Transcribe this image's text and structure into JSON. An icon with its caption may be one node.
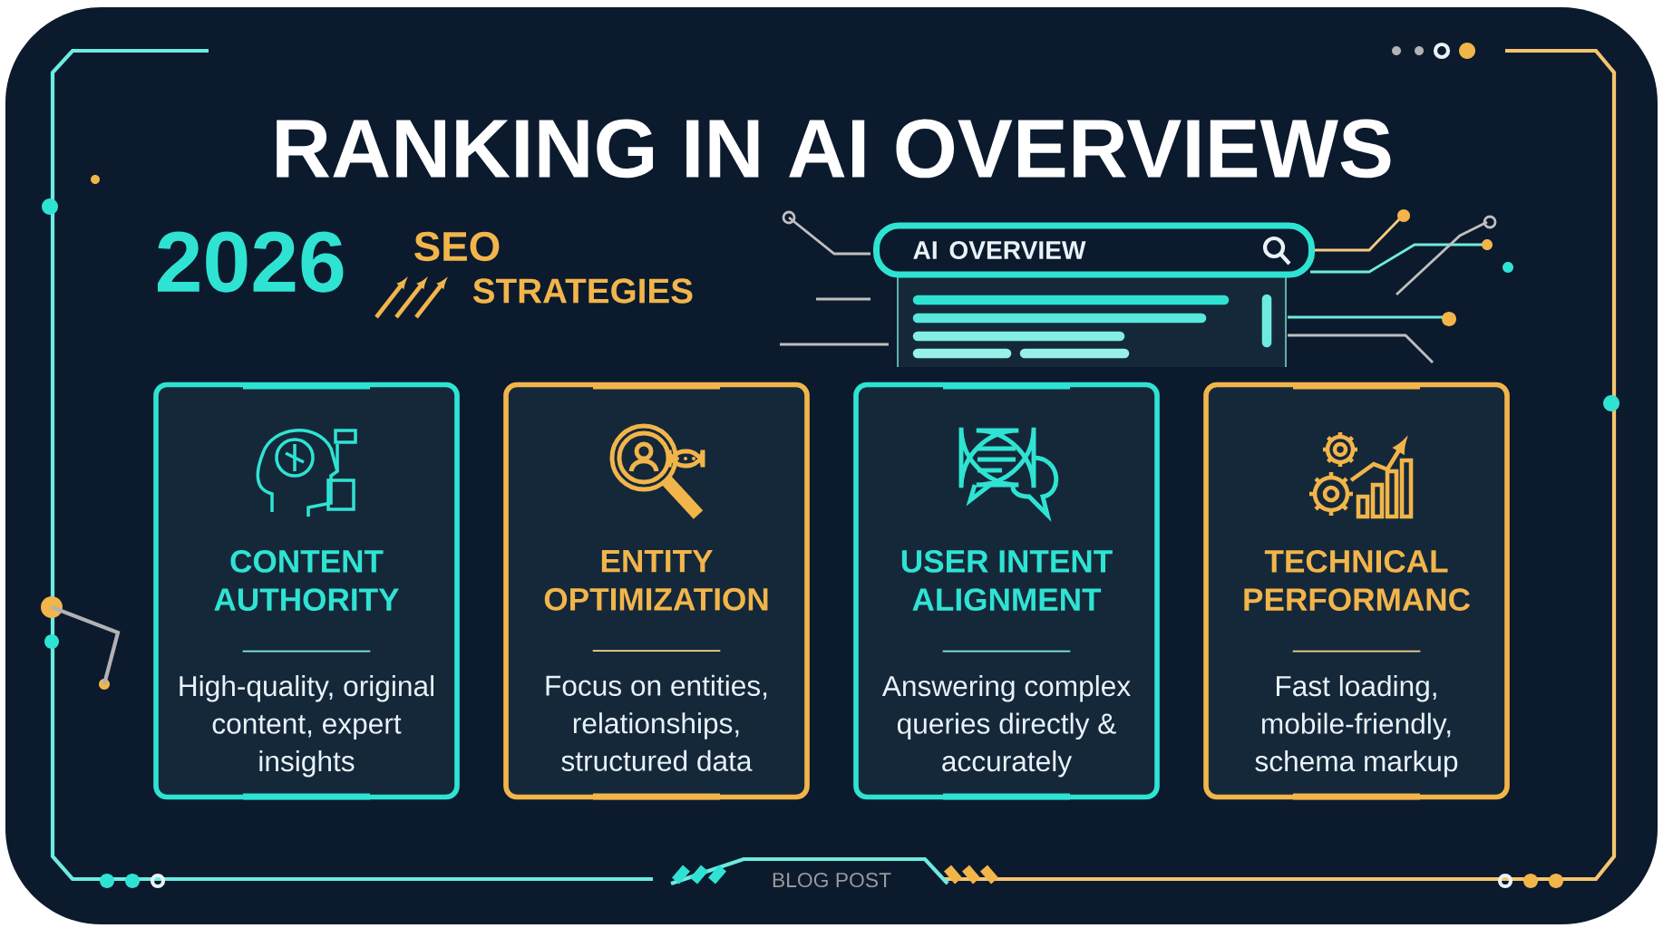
{
  "diagram": {
    "title": "RANKING IN AI OVERVIEWS",
    "nodes": [
      {
        "text": [
          "AI OVERVIEW"
        ]
      },
      {
        "text": [
          "CONTENT AUTHORITY",
          "High-quality, original content, expert insights"
        ]
      },
      {
        "text": [
          "ENTITY OPTIMIZATION",
          "Focus on entities, relationships, structured data"
        ]
      },
      {
        "text": [
          "USER INTENT ALIGNMENT",
          "Answering complex queries directly & accurately"
        ]
      },
      {
        "text": [
          "TECHNICAL PERFORMANC",
          "Fast loading, mobile-friendly, schema markup"
        ]
      }
    ],
    "labels": [
      "2026",
      "SEO",
      "STRATEGIES",
      "BLOG POST"
    ]
  }
}
